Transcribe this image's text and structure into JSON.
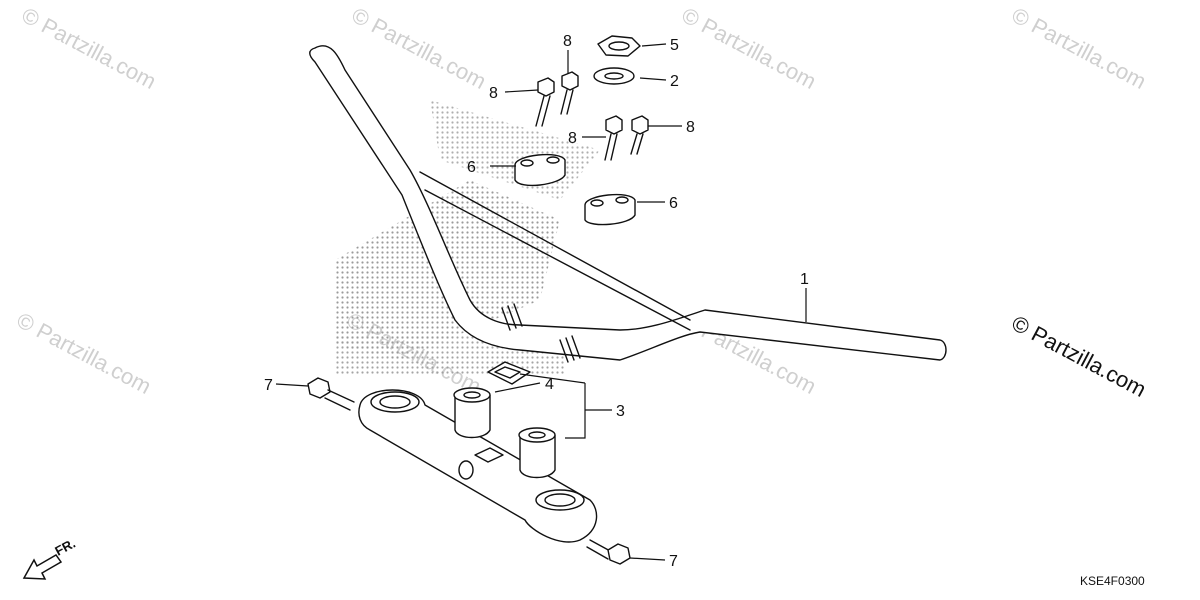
{
  "watermark": "© Partzilla.com",
  "side_watermark": "© Partzilla.com",
  "diagram_code": "KSE4F0300",
  "front_marker": "FR.",
  "callouts": {
    "handlebar": "1",
    "washer": "2",
    "holder_assembly": "3",
    "cushion": "4",
    "nut": "5",
    "upper_holder_left": "6",
    "upper_holder_right": "6",
    "bolt_left_lower": "7",
    "bolt_right_lower": "7",
    "bolt_upper_1": "8",
    "bolt_upper_2": "8",
    "bolt_upper_3": "8",
    "bolt_upper_4": "8"
  },
  "colors": {
    "line": "#111111",
    "watermark": "#cfcfcf",
    "logo_dots": "#9a9a9a"
  }
}
